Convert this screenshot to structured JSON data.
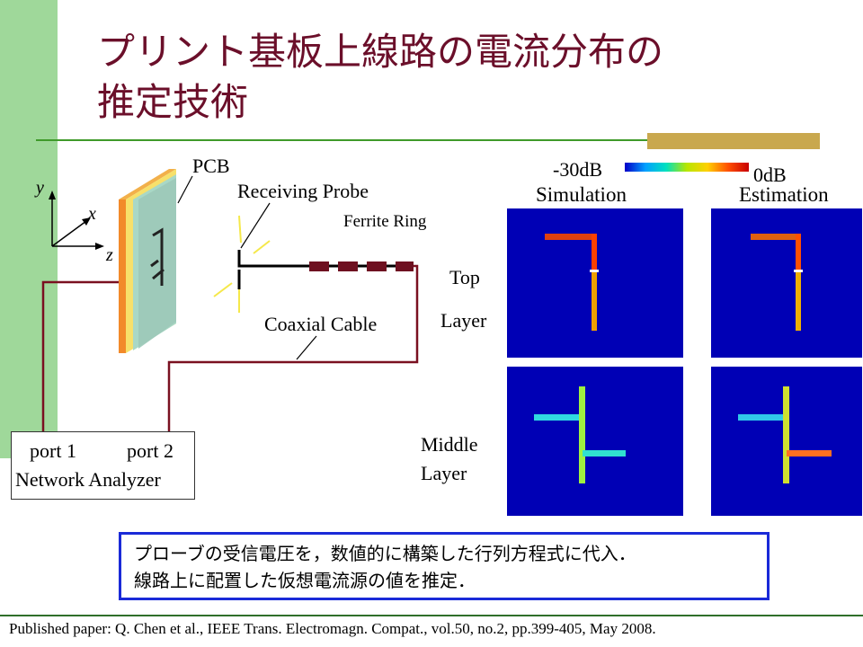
{
  "title": {
    "line1": "プリント基板上線路の電流分布の",
    "line2": "推定技術"
  },
  "diagram": {
    "axis_y": "y",
    "axis_x": "x",
    "axis_z": "z",
    "pcb_label": "PCB",
    "probe_label": "Receiving Probe",
    "ferrite_label": "Ferrite Ring",
    "cable_label": "Coaxial Cable",
    "port1": "port 1",
    "port2": "port 2",
    "analyzer": "Network Analyzer"
  },
  "heatmaps": {
    "scale_min": "-30dB",
    "scale_max": "0dB",
    "col_sim": "Simulation",
    "col_est": "Estimation",
    "row_top_1": "Top",
    "row_top_2": "Layer",
    "row_mid_1": "Middle",
    "row_mid_2": "Layer"
  },
  "summary": {
    "line1": "プローブの受信電圧を，数値的に構築した行列方程式に代入．",
    "line2": "線路上に配置した仮想電流源の値を推定．"
  },
  "footer": "Published paper: Q. Chen et al., IEEE Trans. Electromagn. Compat., vol.50, no.2, pp.399-405, May 2008."
}
